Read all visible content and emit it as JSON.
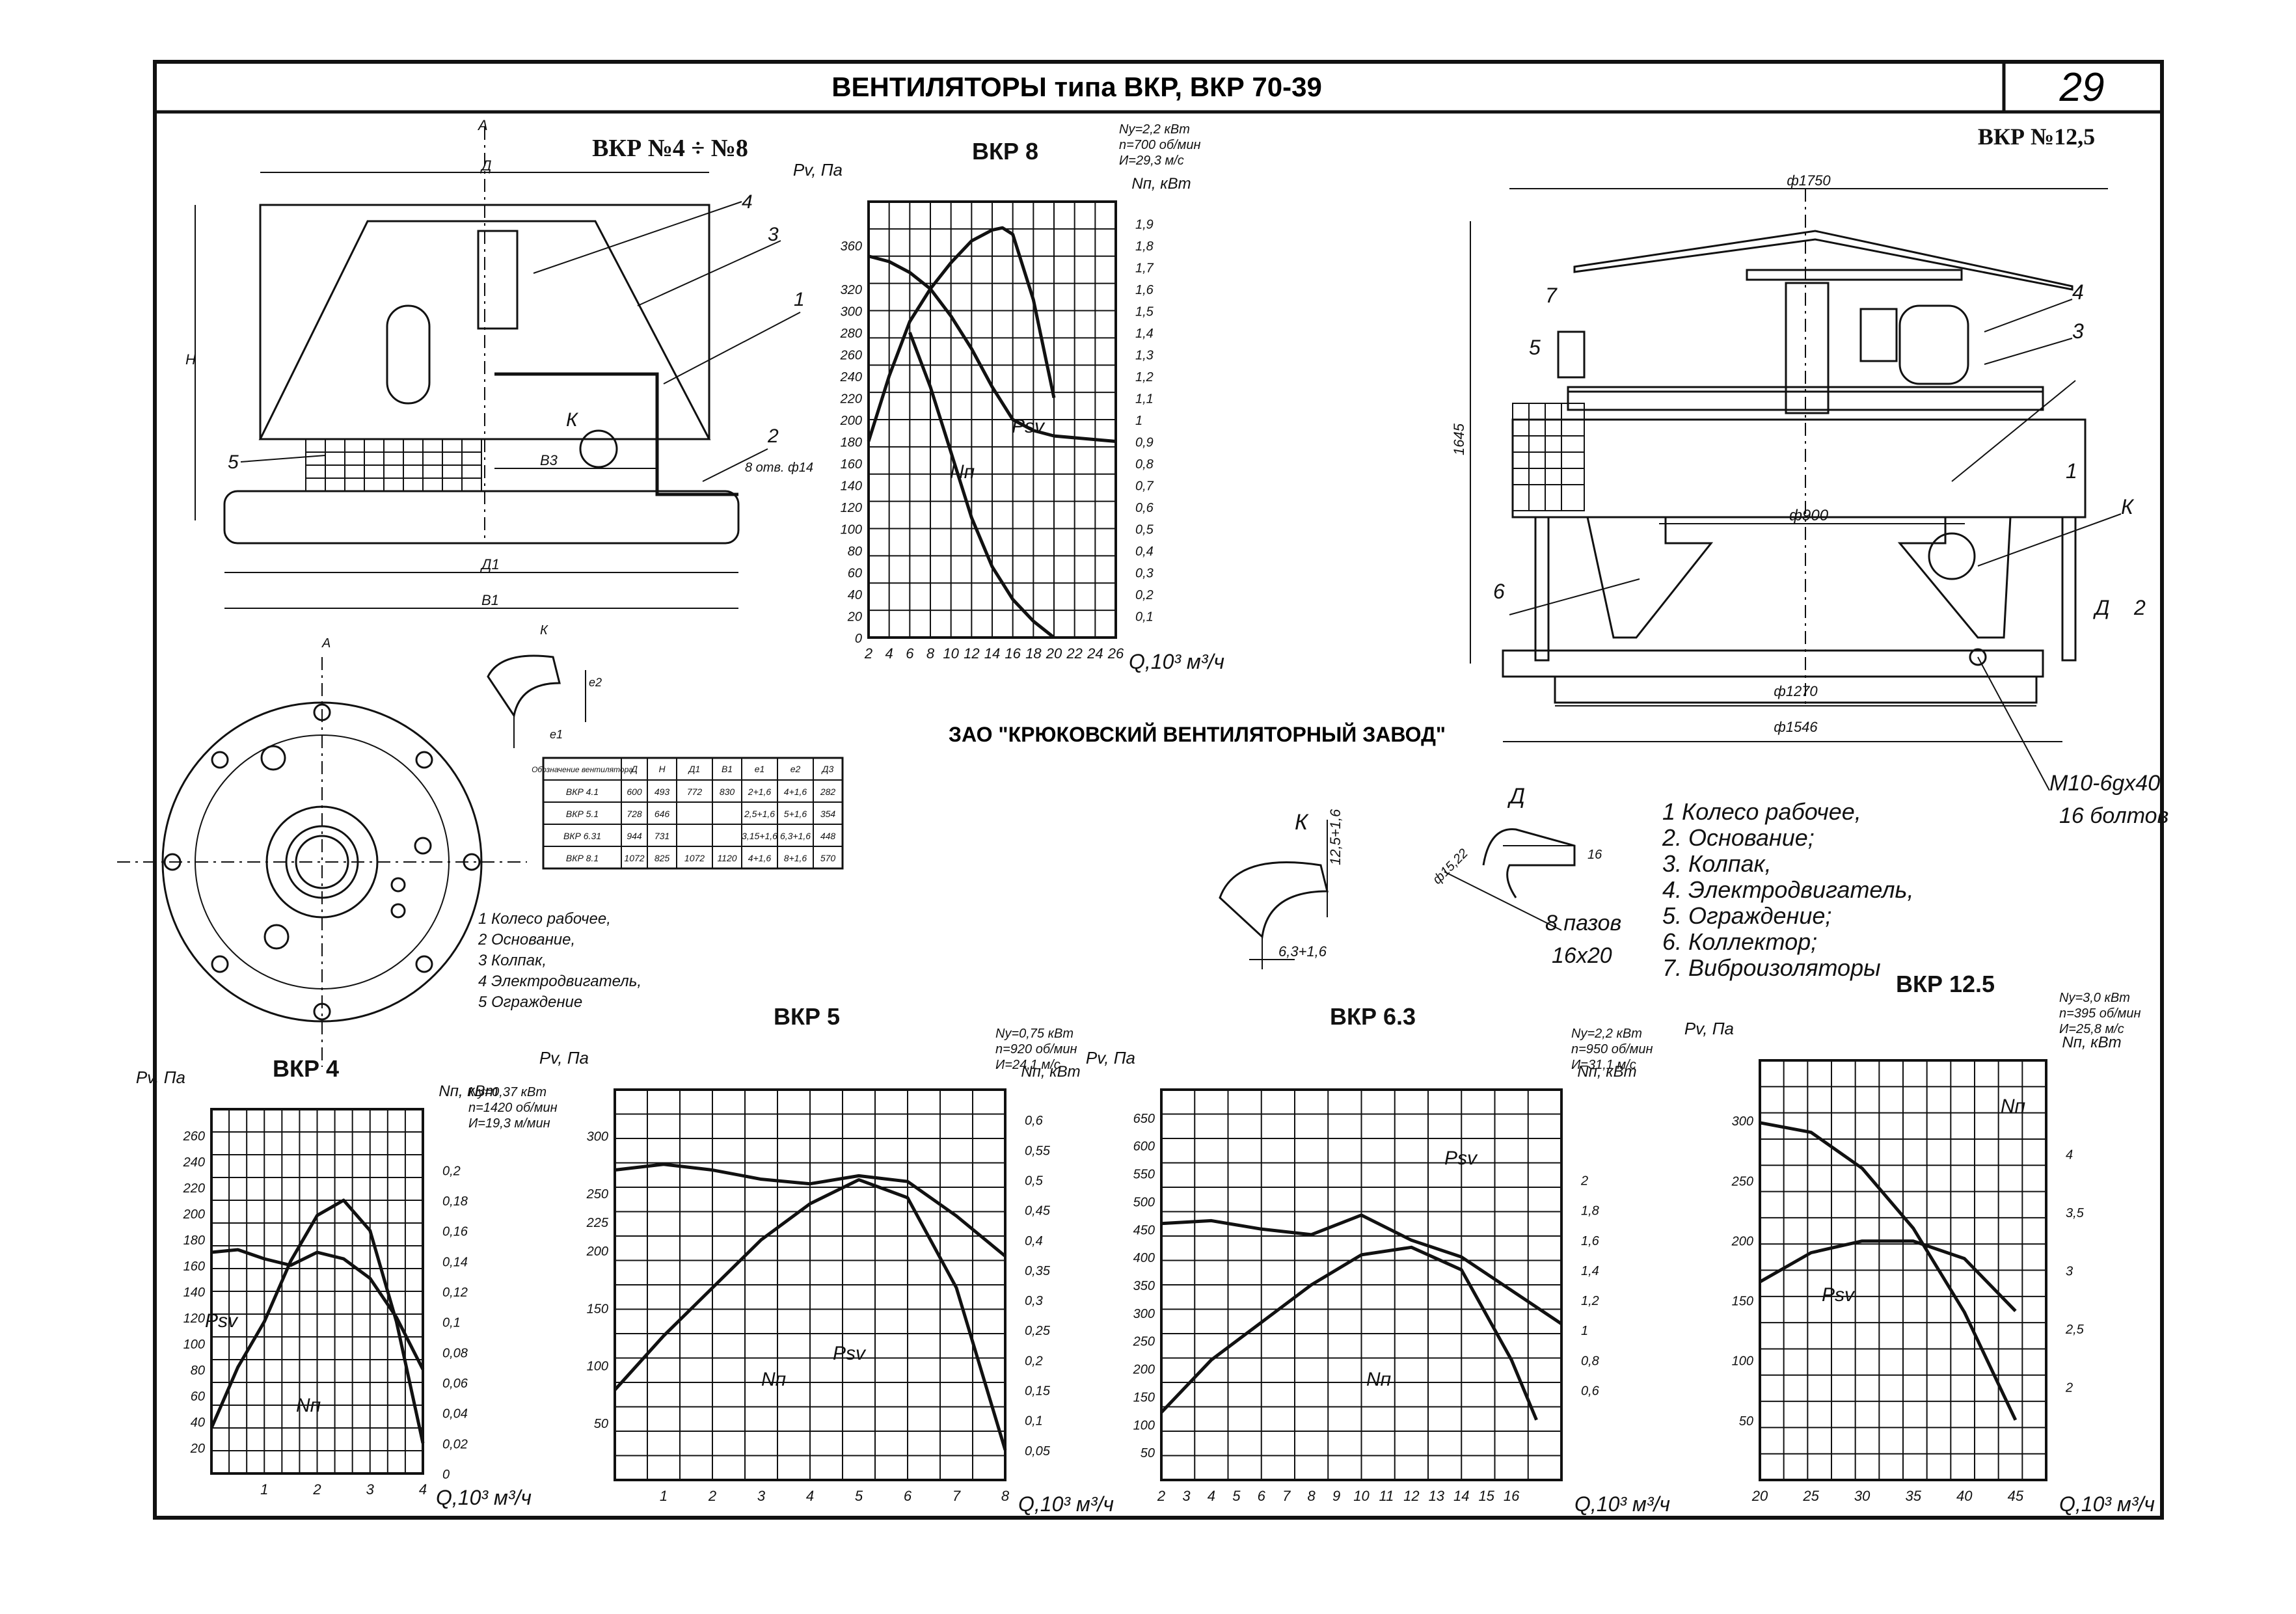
{
  "header": {
    "title": "ВЕНТИЛЯТОРЫ типа ВКР, ВКР 70-39",
    "page_number": "29"
  },
  "company": "ЗАО \"КРЮКОВСКИЙ ВЕНТИЛЯТОРНЫЙ ЗАВОД\"",
  "left_drawing": {
    "title": "ВКР №4 ÷ №8",
    "labels": [
      "1",
      "2",
      "3",
      "4",
      "5",
      "К",
      "А",
      "Д",
      "Н",
      "Д1",
      "В1",
      "В3",
      "8 отв. ф14",
      "А",
      "К",
      "е1",
      "е2"
    ],
    "legend": [
      "1 Колесо рабочее,",
      "2 Основание,",
      "3 Колпак,",
      "4 Электродвигатель,",
      "5 Ограждение"
    ]
  },
  "dimension_table": {
    "headers": [
      "Обозначение вентилятора",
      "Д",
      "Н",
      "Д1",
      "В1",
      "е1",
      "е2",
      "Д3"
    ],
    "rows": [
      [
        "ВКР 4.1",
        "600",
        "493",
        "772",
        "830",
        "2+1,6",
        "4+1,6",
        "282"
      ],
      [
        "ВКР 5.1",
        "728",
        "646",
        "",
        "",
        "2,5+1,6",
        "5+1,6",
        "354"
      ],
      [
        "ВКР 6.31",
        "944",
        "731",
        "",
        "",
        "3,15+1,6",
        "6,3+1,6",
        "448"
      ],
      [
        "ВКР 8.1",
        "1072",
        "825",
        "1072",
        "1120",
        "4+1,6",
        "8+1,6",
        "570"
      ]
    ]
  },
  "right_drawing": {
    "title": "ВКР №12,5",
    "dims": {
      "top": "ф1750",
      "height": "1645",
      "inner": "ф900",
      "bottom1": "ф1270",
      "bottom2": "ф1546"
    },
    "labels": [
      "1",
      "2",
      "3",
      "4",
      "5",
      "6",
      "7",
      "К",
      "Д"
    ],
    "bolts": [
      "М10-6gx40",
      "16 болтов"
    ],
    "detail_k": {
      "label": "К",
      "dim1": "12,5+1,6",
      "dim2": "6,3+1,6"
    },
    "detail_d": {
      "label": "Д",
      "dim1": "ф15,22",
      "dim2": "16",
      "slots": [
        "8 пазов",
        "16х20"
      ]
    },
    "legend": [
      "1 Колесо рабочее,",
      "2. Основание;",
      "3. Колпак,",
      "4. Электродвигатель,",
      "5. Ограждение;",
      "6. Коллектор;",
      "7. Виброизоляторы"
    ]
  },
  "chart_data": [
    {
      "id": "vkr8",
      "type": "line",
      "title": "ВКР 8",
      "params": [
        "Nу=2,2 кВт",
        "n=700 об/мин",
        "И=29,3 м/с"
      ],
      "ylabel_left": "Pv, Па",
      "ylabel_right": "Nп, кВт",
      "xlabel": "Q,10³ м³/ч",
      "xlim": [
        2,
        26
      ],
      "x_ticks": [
        2,
        4,
        6,
        8,
        10,
        12,
        14,
        16,
        18,
        20,
        22,
        24,
        26
      ],
      "ylim": [
        0,
        400
      ],
      "y_ticks": [
        0,
        20,
        40,
        60,
        80,
        100,
        120,
        140,
        160,
        180,
        200,
        220,
        240,
        260,
        280,
        300,
        320,
        360
      ],
      "ylim_right": [
        0,
        2.0
      ],
      "y2_ticks": [
        0.1,
        0.2,
        0.3,
        0.4,
        0.5,
        0.6,
        0.7,
        0.8,
        0.9,
        1.0,
        1.1,
        1.2,
        1.3,
        1.4,
        1.5,
        1.6,
        1.7,
        1.8,
        1.9
      ],
      "series": [
        {
          "name": "Psv",
          "axis": "left",
          "x": [
            2,
            4,
            6,
            8,
            10,
            12,
            14,
            16,
            18,
            20,
            26
          ],
          "y": [
            350,
            345,
            335,
            320,
            295,
            265,
            230,
            200,
            190,
            185,
            180
          ]
        },
        {
          "name": "Nп",
          "axis": "right",
          "x": [
            2,
            4,
            6,
            8,
            10,
            12,
            14,
            15,
            16,
            18,
            20
          ],
          "y": [
            0.9,
            1.2,
            1.45,
            1.6,
            1.72,
            1.82,
            1.87,
            1.88,
            1.85,
            1.55,
            1.1
          ]
        },
        {
          "name": "",
          "axis": "left",
          "x": [
            6,
            8,
            10,
            12,
            14,
            16,
            18,
            20
          ],
          "y": [
            280,
            230,
            170,
            110,
            65,
            35,
            15,
            0
          ]
        }
      ]
    },
    {
      "id": "vkr4",
      "type": "line",
      "title": "ВКР 4",
      "params": [
        "Nу=0,37 кВт",
        "n=1420 об/мин",
        "И=19,3 м/мин"
      ],
      "ylabel_left": "Pv, Па",
      "ylabel_right": "Nп, кВт",
      "xlabel": "Q,10³ м³/ч",
      "xlim": [
        0,
        4
      ],
      "x_ticks": [
        1,
        2,
        3,
        4
      ],
      "ylim": [
        0,
        280
      ],
      "y_ticks": [
        20,
        40,
        60,
        80,
        100,
        120,
        140,
        160,
        180,
        200,
        220,
        240,
        260
      ],
      "ylim_right": [
        0,
        0.24
      ],
      "y2_ticks": [
        0,
        0.02,
        0.04,
        0.06,
        0.08,
        0.1,
        0.12,
        0.14,
        0.16,
        0.18,
        0.2
      ],
      "series": [
        {
          "name": "Psv",
          "axis": "left",
          "x": [
            0,
            0.5,
            1,
            1.5,
            2,
            2.5,
            3,
            3.5,
            4
          ],
          "y": [
            170,
            172,
            165,
            160,
            170,
            165,
            150,
            120,
            80
          ]
        },
        {
          "name": "Nп",
          "axis": "right",
          "x": [
            0,
            0.5,
            1,
            1.5,
            2,
            2.5,
            3,
            3.5,
            4
          ],
          "y": [
            0.03,
            0.07,
            0.1,
            0.14,
            0.17,
            0.18,
            0.16,
            0.1,
            0.02
          ]
        }
      ]
    },
    {
      "id": "vkr5",
      "type": "line",
      "title": "ВКР 5",
      "params": [
        "Nу=0,75 кВт",
        "n=920 об/мин",
        "И=24,1 м/с"
      ],
      "ylabel_left": "Pv, Па",
      "ylabel_right": "Nп, кВт",
      "xlabel": "Q,10³ м³/ч",
      "xlim": [
        0,
        8
      ],
      "x_ticks": [
        1,
        2,
        3,
        4,
        5,
        6,
        7,
        8
      ],
      "ylim": [
        0,
        340
      ],
      "y_ticks": [
        50,
        100,
        150,
        200,
        225,
        250,
        300
      ],
      "ylim_right": [
        0,
        0.65
      ],
      "y2_ticks": [
        0.05,
        0.1,
        0.15,
        0.2,
        0.25,
        0.3,
        0.35,
        0.4,
        0.45,
        0.5,
        0.55,
        0.6
      ],
      "series": [
        {
          "name": "Psv",
          "axis": "left",
          "x": [
            0,
            1,
            2,
            3,
            4,
            5,
            6,
            7,
            8
          ],
          "y": [
            270,
            275,
            270,
            262,
            258,
            265,
            260,
            230,
            195
          ]
        },
        {
          "name": "Nп",
          "axis": "right",
          "x": [
            0,
            1,
            2,
            3,
            4,
            5,
            6,
            7,
            8
          ],
          "y": [
            0.15,
            0.24,
            0.32,
            0.4,
            0.46,
            0.5,
            0.47,
            0.32,
            0.05
          ]
        }
      ]
    },
    {
      "id": "vkr63",
      "type": "line",
      "title": "ВКР 6.3",
      "params": [
        "Nу=2,2 кВт",
        "n=950 об/мин",
        "И=31,1 м/с"
      ],
      "ylabel_left": "Pv, Па",
      "ylabel_right": "Nп, кВт",
      "xlabel": "Q,10³ м³/ч",
      "xlim": [
        2,
        18
      ],
      "x_ticks": [
        2,
        3,
        4,
        5,
        6,
        7,
        8,
        9,
        10,
        11,
        12,
        13,
        14,
        15,
        16
      ],
      "ylim": [
        0,
        700
      ],
      "y_ticks": [
        50,
        100,
        150,
        200,
        250,
        300,
        350,
        400,
        450,
        500,
        550,
        600,
        650
      ],
      "ylim_right": [
        0,
        2.6
      ],
      "y2_ticks": [
        0.6,
        0.8,
        1.0,
        1.2,
        1.4,
        1.6,
        1.8,
        2.0
      ],
      "series": [
        {
          "name": "Psv",
          "axis": "left",
          "x": [
            2,
            4,
            6,
            8,
            10,
            12,
            14,
            16,
            18
          ],
          "y": [
            460,
            465,
            450,
            440,
            475,
            430,
            400,
            340,
            280
          ]
        },
        {
          "name": "Nп",
          "axis": "right",
          "x": [
            2,
            4,
            6,
            8,
            10,
            12,
            14,
            16,
            17
          ],
          "y": [
            0.45,
            0.8,
            1.05,
            1.3,
            1.5,
            1.55,
            1.4,
            0.8,
            0.4
          ]
        }
      ]
    },
    {
      "id": "vkr125",
      "type": "line",
      "title": "ВКР 12.5",
      "params": [
        "Nу=3,0 кВт",
        "n=395 об/мин",
        "И=25,8 м/с"
      ],
      "ylabel_left": "Pv, Па",
      "ylabel_right": "Nп, кВт",
      "xlabel": "Q,10³ м³/ч",
      "xlim": [
        20,
        48
      ],
      "x_ticks": [
        20,
        25,
        30,
        35,
        40,
        45
      ],
      "ylim": [
        0,
        350
      ],
      "y_ticks": [
        50,
        100,
        150,
        200,
        250,
        300
      ],
      "ylim_right": [
        1.2,
        4.8
      ],
      "y2_ticks": [
        2.0,
        2.5,
        3.0,
        3.5,
        4.0
      ],
      "series": [
        {
          "name": "Psv",
          "axis": "left",
          "x": [
            20,
            25,
            30,
            35,
            40,
            45
          ],
          "y": [
            298,
            290,
            260,
            210,
            140,
            50
          ]
        },
        {
          "name": "Nп",
          "axis": "right",
          "x": [
            20,
            25,
            30,
            35,
            40,
            45
          ],
          "y": [
            2.9,
            3.15,
            3.25,
            3.25,
            3.1,
            2.65
          ]
        }
      ]
    }
  ]
}
